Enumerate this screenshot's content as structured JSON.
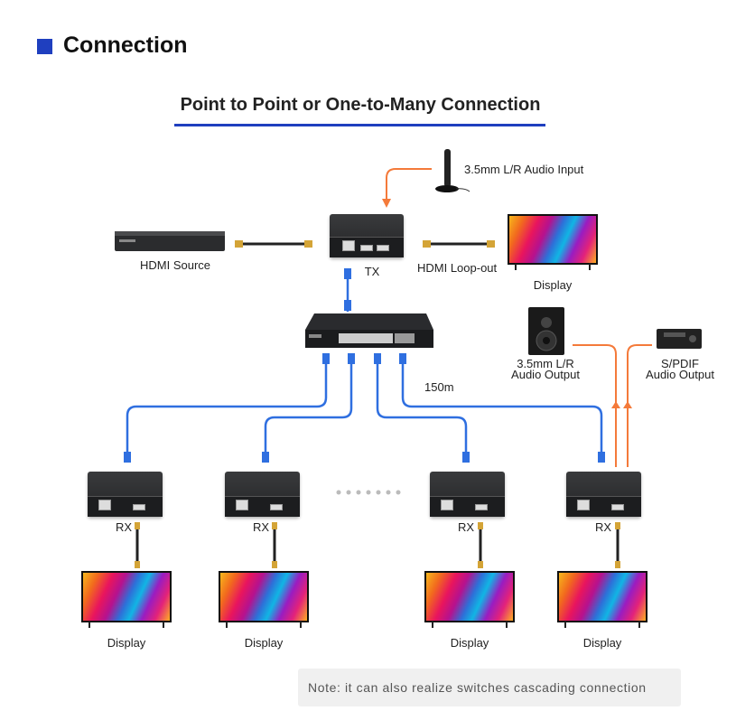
{
  "header": {
    "title": "Connection",
    "accent_color": "#1f3fbf"
  },
  "subtitle": "Point to Point or One-to-Many Connection",
  "labels": {
    "audio_input": "3.5mm L/R Audio Input",
    "hdmi_source": "HDMI Source",
    "tx": "TX",
    "hdmi_loopout": "HDMI Loop-out",
    "display_top": "Display",
    "audio_output_line1": "3.5mm L/R",
    "audio_output_line2": "Audio Output",
    "spdif_line1": "S/PDIF",
    "spdif_line2": "Audio Output",
    "distance": "150m"
  },
  "receivers": [
    {
      "label": "RX",
      "display": "Display"
    },
    {
      "label": "RX",
      "display": "Display"
    },
    {
      "label": "RX",
      "display": "Display"
    },
    {
      "label": "RX",
      "display": "Display"
    }
  ],
  "note": "Note: it can also realize switches cascading connection",
  "colors": {
    "network_cable": "#2f6fe0",
    "audio_line": "#f47a3a"
  }
}
